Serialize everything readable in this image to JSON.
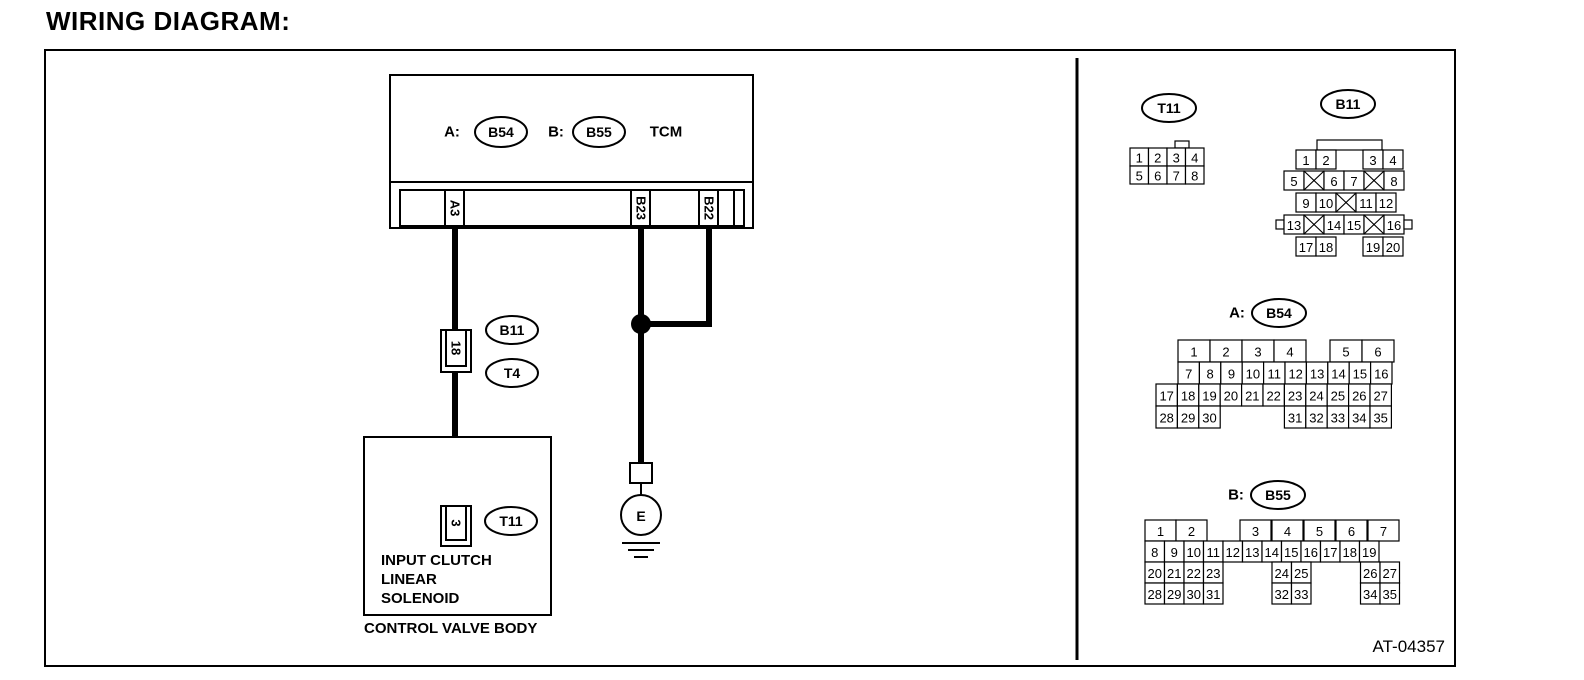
{
  "title": "WIRING DIAGRAM:",
  "tcm": {
    "label": "TCM",
    "prefix_a": "A:",
    "prefix_b": "B:",
    "conn_a": "B54",
    "conn_b": "B55",
    "pins": [
      "A3",
      "B23",
      "B22"
    ]
  },
  "joint": {
    "tag1": "B11",
    "tag2": "T4",
    "pin": "18"
  },
  "solenoid": {
    "tag": "T11",
    "pin": "3",
    "lines": [
      "INPUT CLUTCH",
      "LINEAR",
      "SOLENOID"
    ]
  },
  "control_valve_body": "CONTROL VALVE BODY",
  "ground": "E",
  "connectors": {
    "t11": {
      "tag": "T11",
      "rows": [
        [
          "1",
          "2",
          "3",
          "4"
        ],
        [
          "5",
          "6",
          "7",
          "8"
        ]
      ]
    },
    "b11": {
      "tag": "B11",
      "row1": [
        "1",
        "2",
        "3",
        "4"
      ],
      "row2": [
        "5",
        "6",
        "7",
        "8"
      ],
      "row3": [
        "9",
        "10",
        "11",
        "12"
      ],
      "row4": [
        "13",
        "14",
        "15",
        "16"
      ],
      "row5": [
        "17",
        "18",
        "19",
        "20"
      ]
    },
    "b54": {
      "prefix": "A:",
      "tag": "B54",
      "row1": [
        "1",
        "2",
        "3",
        "4",
        "5",
        "6"
      ],
      "row2": [
        "7",
        "8",
        "9",
        "10",
        "11",
        "12",
        "13",
        "14",
        "15",
        "16"
      ],
      "row3": [
        "17",
        "18",
        "19",
        "20",
        "21",
        "22",
        "23",
        "24",
        "25",
        "26",
        "27"
      ],
      "row4": [
        "28",
        "29",
        "30",
        "31",
        "32",
        "33",
        "34",
        "35"
      ]
    },
    "b55": {
      "prefix": "B:",
      "tag": "B55",
      "row1": [
        "1",
        "2",
        "3",
        "4",
        "5",
        "6",
        "7"
      ],
      "row2": [
        "8",
        "9",
        "10",
        "11",
        "12",
        "13",
        "14",
        "15",
        "16",
        "17",
        "18",
        "19"
      ],
      "row3": [
        "20",
        "21",
        "22",
        "23",
        "24",
        "25",
        "26",
        "27"
      ],
      "row4": [
        "28",
        "29",
        "30",
        "31",
        "32",
        "33",
        "34",
        "35"
      ]
    }
  },
  "figure_code": "AT-04357"
}
